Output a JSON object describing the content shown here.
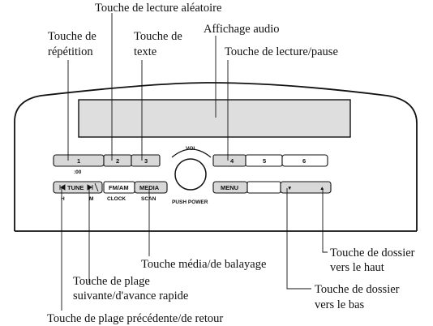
{
  "callouts": {
    "shuffle": "Touche de lecture aléatoire",
    "repeat_l1": "Touche de",
    "repeat_l2": "répétition",
    "text_l1": "Touche de",
    "text_l2": "texte",
    "audio_display": "Affichage audio",
    "play_pause": "Touche de lecture/pause",
    "media_scan": "Touche média/de balayage",
    "folder_up_l1": "Touche de dossier",
    "folder_up_l2": "vers le haut",
    "track_next_l1": "Touche de plage",
    "track_next_l2": "suivante/d'avance rapide",
    "folder_down_l1": "Touche de dossier",
    "folder_down_l2": "vers le bas",
    "track_prev": "Touche de plage précédente/de retour"
  },
  "radio": {
    "preset_1": "1",
    "preset_2": "2",
    "preset_3": "3",
    "preset_4": "4",
    "preset_5": "5",
    "preset_6": "6",
    "clock_sub": ":00",
    "vol": "VOL",
    "push_power": "PUSH POWER",
    "tune": "TUNE",
    "fm_am": "FM/AM",
    "media": "MEDIA",
    "menu": "MENU",
    "clock": "CLOCK",
    "scan": "SCAN",
    "h": "H",
    "m": "M",
    "folder_down_symbol": "▼",
    "folder_up_symbol": "▲"
  }
}
